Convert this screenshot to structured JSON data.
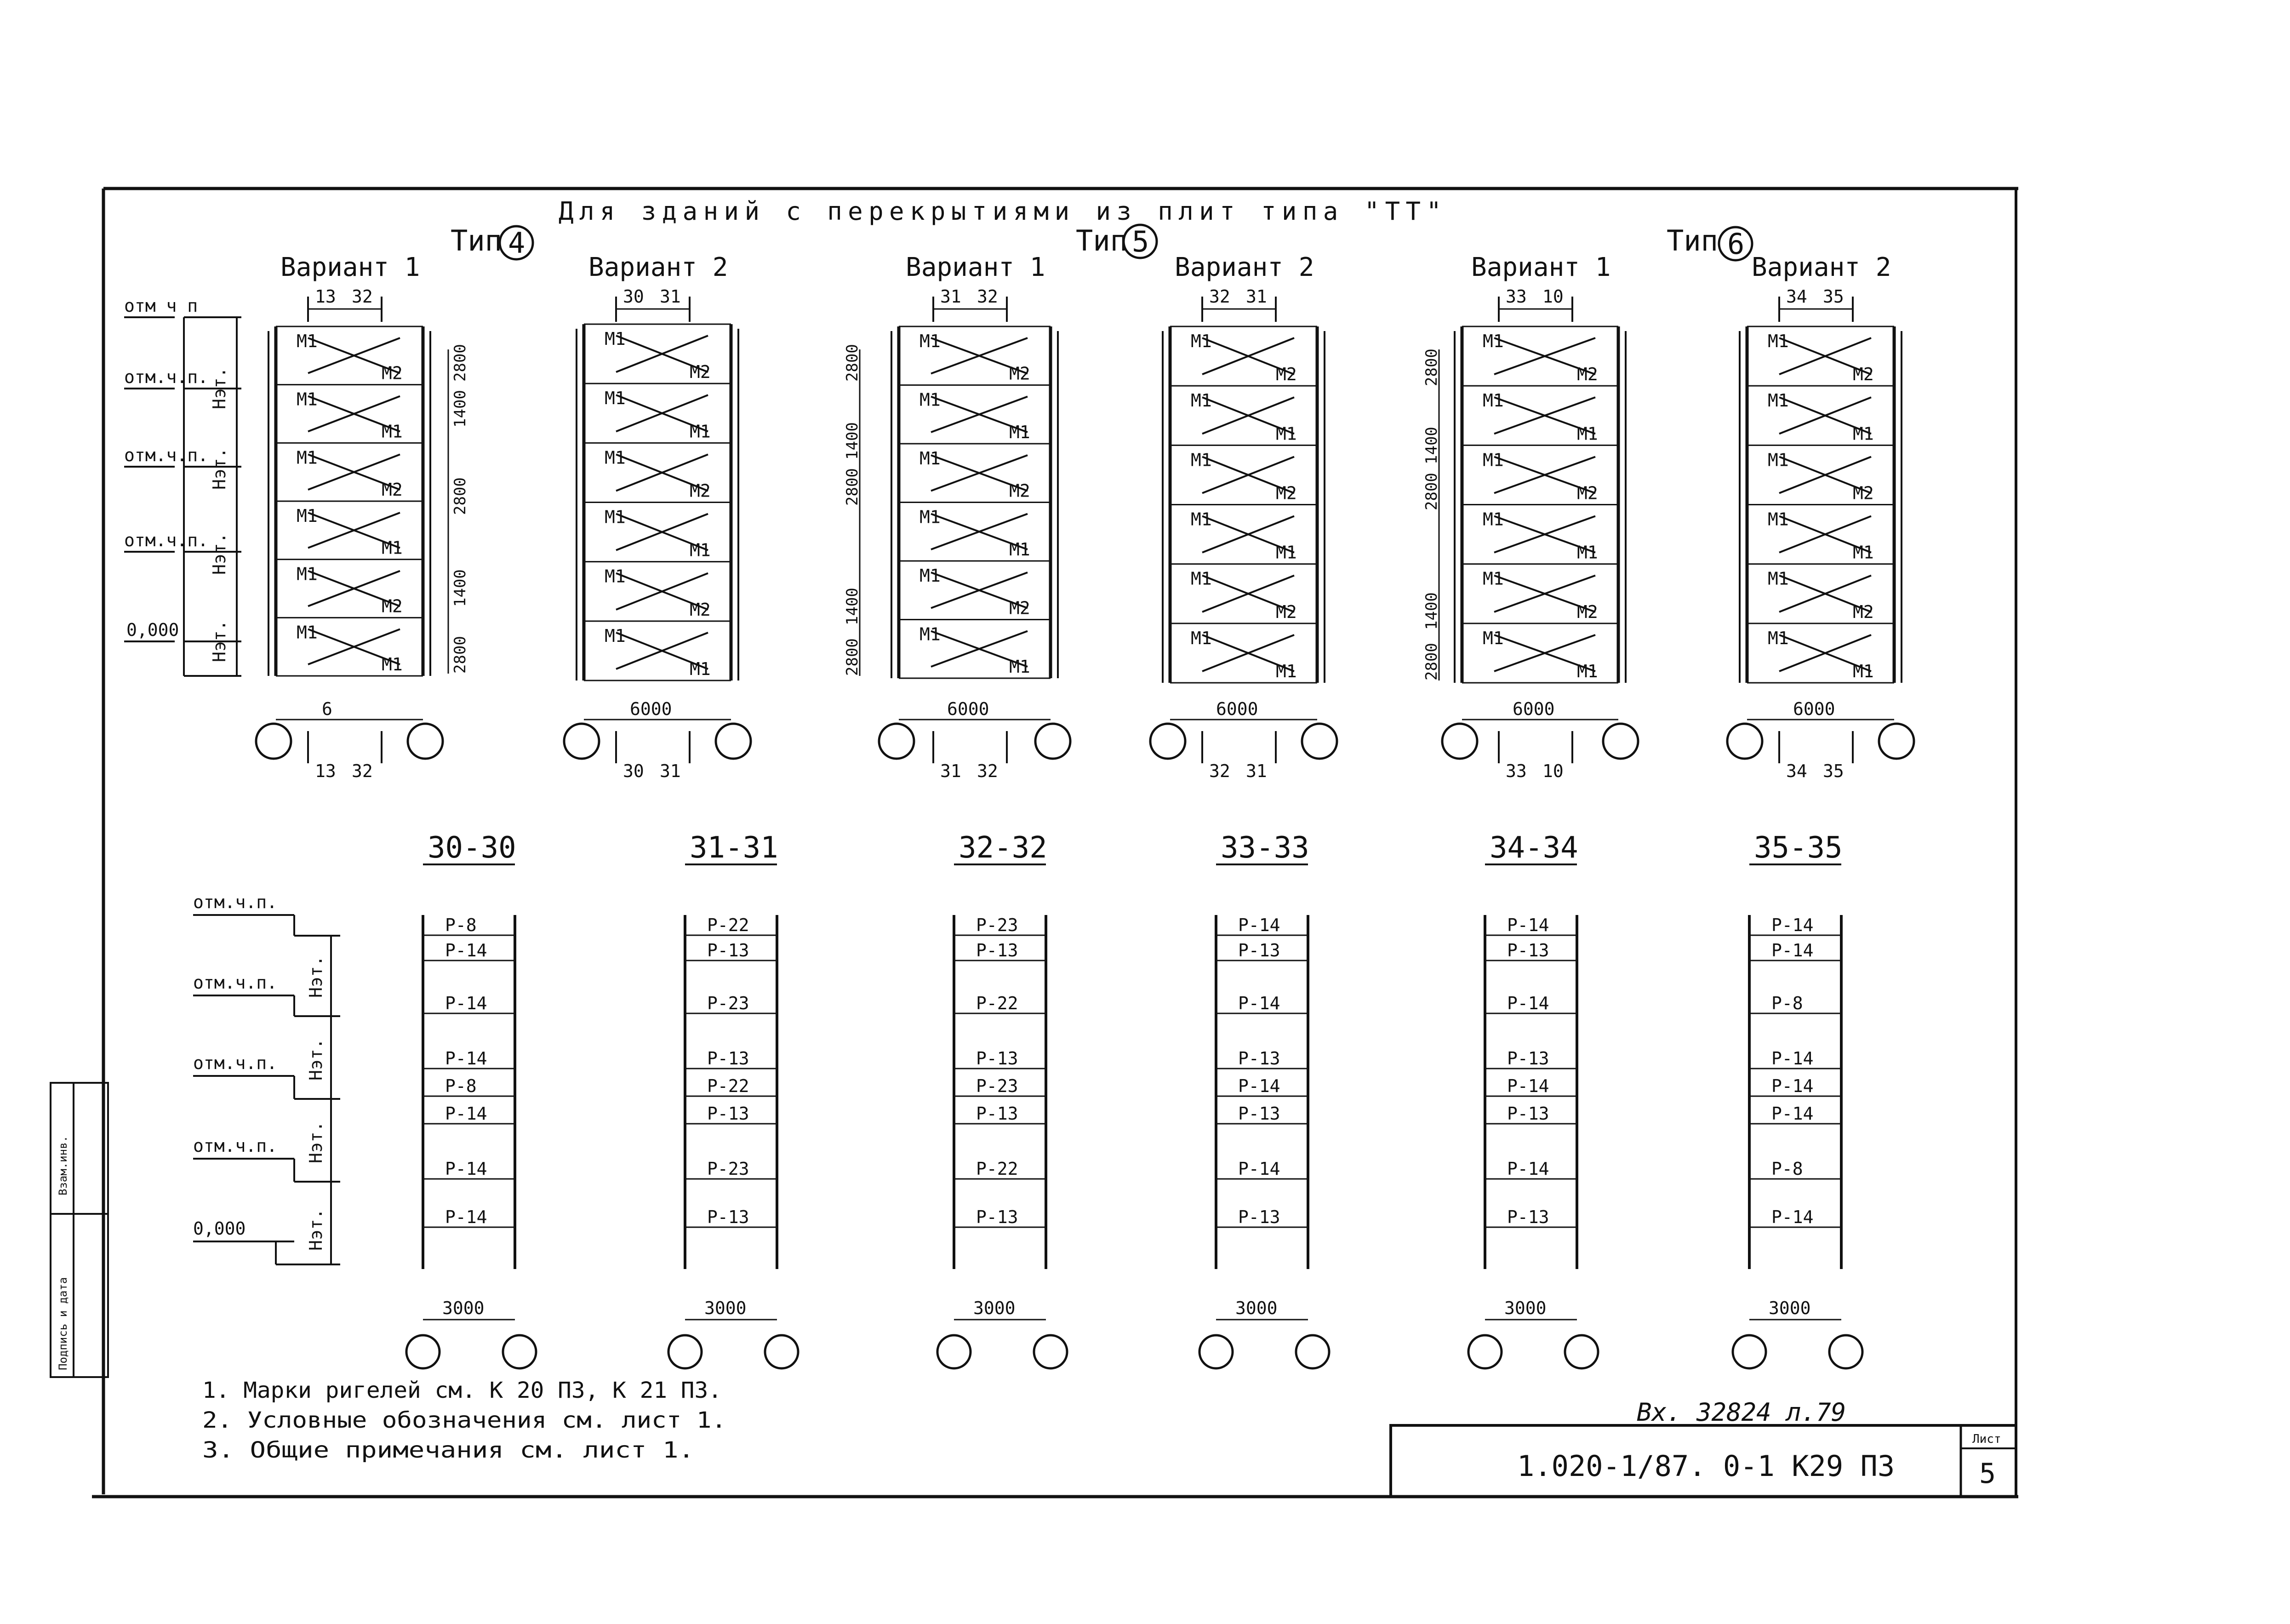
{
  "title": "Для зданий с перекрытиями из плит типа \"ТТ\"",
  "types": [
    {
      "label": "Тип",
      "number": "4"
    },
    {
      "label": "Тип",
      "number": "5"
    },
    {
      "label": "Тип",
      "number": "6"
    }
  ],
  "elevation_labels": {
    "floor_mark": "отм.ч.п.",
    "floor_mark_alt": "отм ч п",
    "zero_mark": "0,000",
    "storey_height": "Нэт."
  },
  "frames": [
    {
      "variant": "Вариант 1",
      "top_cut_left": "13",
      "top_cut_right": "32",
      "bottom_cut_left": "13",
      "bottom_cut_right": "32",
      "span": "6"
    },
    {
      "variant": "Вариант 2",
      "top_cut_left": "30",
      "top_cut_right": "31",
      "bottom_cut_left": "30",
      "bottom_cut_right": "31",
      "span": "6000"
    },
    {
      "variant": "Вариант 1",
      "top_cut_left": "31",
      "top_cut_right": "32",
      "bottom_cut_left": "31",
      "bottom_cut_right": "32",
      "span": "6000"
    },
    {
      "variant": "Вариант 2",
      "top_cut_left": "32",
      "top_cut_right": "31",
      "bottom_cut_left": "32",
      "bottom_cut_right": "31",
      "span": "6000"
    },
    {
      "variant": "Вариант 1",
      "top_cut_left": "33",
      "top_cut_right": "10",
      "bottom_cut_left": "33",
      "bottom_cut_right": "10",
      "span": "6000"
    },
    {
      "variant": "Вариант 2",
      "top_cut_left": "34",
      "top_cut_right": "35",
      "bottom_cut_left": "34",
      "bottom_cut_right": "35",
      "span": "6000"
    }
  ],
  "brace_marks": {
    "m1": "М1",
    "m2": "М2"
  },
  "height_dims": {
    "tall": "2800",
    "short": "1400"
  },
  "sections": [
    {
      "title": "30-30",
      "span": "3000",
      "beams": [
        "Р-8",
        "Р-14",
        "Р-14",
        "Р-14",
        "Р-8",
        "Р-14",
        "Р-14",
        "Р-14"
      ]
    },
    {
      "title": "31-31",
      "span": "3000",
      "beams": [
        "Р-22",
        "Р-13",
        "Р-23",
        "Р-13",
        "Р-22",
        "Р-13",
        "Р-23",
        "Р-13"
      ]
    },
    {
      "title": "32-32",
      "span": "3000",
      "beams": [
        "Р-23",
        "Р-13",
        "Р-22",
        "Р-13",
        "Р-23",
        "Р-13",
        "Р-22",
        "Р-13"
      ]
    },
    {
      "title": "33-33",
      "span": "3000",
      "beams": [
        "Р-14",
        "Р-13",
        "Р-14",
        "Р-13",
        "Р-14",
        "Р-13",
        "Р-14",
        "Р-13"
      ]
    },
    {
      "title": "34-34",
      "span": "3000",
      "beams": [
        "Р-14",
        "Р-13",
        "Р-14",
        "Р-13",
        "Р-14",
        "Р-13",
        "Р-14",
        "Р-13"
      ]
    },
    {
      "title": "35-35",
      "span": "3000",
      "beams": [
        "Р-14",
        "Р-14",
        "Р-8",
        "Р-14",
        "Р-14",
        "Р-14",
        "Р-8",
        "Р-14"
      ]
    }
  ],
  "notes": [
    "1. Марки ригелей см. К 20 ПЗ, К 21 ПЗ.",
    "2. Условные обозначения см. лист 1.",
    "3. Общие примечания см. лист 1."
  ],
  "registration": "Вх. 32824 л.79",
  "stamp_labels": [
    "Взам.инв.",
    "Подпись и дата"
  ],
  "title_block": {
    "code": "1.020-1/87. 0-1 К29 ПЗ",
    "sheet_label": "Лист",
    "sheet_number": "5"
  }
}
